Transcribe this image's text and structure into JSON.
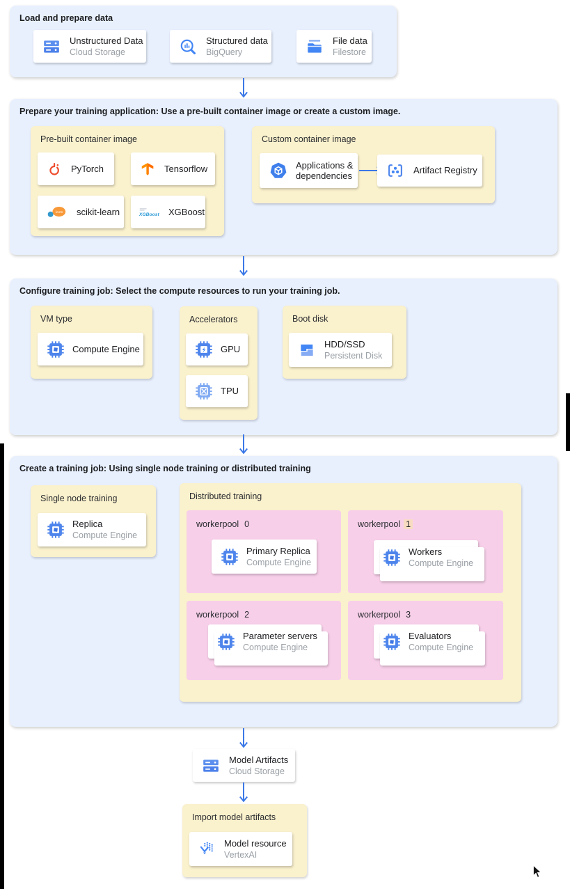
{
  "load": {
    "title": "Load and prepare data",
    "cards": [
      {
        "title": "Unstructured Data",
        "subtitle": "Cloud Storage",
        "icon": "cloud-storage-icon"
      },
      {
        "title": "Structured data",
        "subtitle": "BigQuery",
        "icon": "bigquery-icon"
      },
      {
        "title": "File data",
        "subtitle": "Filestore",
        "icon": "filestore-icon"
      }
    ]
  },
  "prepare": {
    "title": "Prepare your training application: Use a pre-built container image or create a custom image.",
    "prebuilt": {
      "label": "Pre-built container image",
      "cards": [
        {
          "title": "PyTorch",
          "icon": "pytorch-icon"
        },
        {
          "title": "Tensorflow",
          "icon": "tensorflow-icon"
        },
        {
          "title": "scikit-learn",
          "icon": "scikit-learn-icon"
        },
        {
          "title": "XGBoost",
          "icon": "xgboost-icon"
        }
      ]
    },
    "custom": {
      "label": "Custom container image",
      "source_card": {
        "title": "Applications & dependencies",
        "icon": "applications-dependencies-icon"
      },
      "target_card": {
        "title": "Artifact Registry",
        "icon": "artifact-registry-icon"
      }
    }
  },
  "configure": {
    "title": "Configure training job: Select the compute resources to run your training job.",
    "vm_type": {
      "label": "VM type",
      "card": {
        "title": "Compute Engine",
        "icon": "compute-engine-icon"
      }
    },
    "accelerators": {
      "label": "Accelerators",
      "cards": [
        {
          "title": "GPU",
          "icon": "gpu-chip-icon"
        },
        {
          "title": "TPU",
          "icon": "tpu-chip-icon"
        }
      ]
    },
    "boot_disk": {
      "label": "Boot disk",
      "card": {
        "title": "HDD/SSD",
        "subtitle": "Persistent Disk",
        "icon": "persistent-disk-icon"
      }
    }
  },
  "create": {
    "title": "Create a training job: Using single node training or distributed training",
    "single_node": {
      "label": "Single node training",
      "card": {
        "title": "Replica",
        "subtitle": "Compute Engine",
        "icon": "compute-engine-icon"
      }
    },
    "distributed": {
      "label": "Distributed training",
      "workerpools": [
        {
          "name": "workerpool",
          "num": "0",
          "highlighted": false,
          "card": {
            "title": "Primary Replica",
            "subtitle": "Compute Engine",
            "icon": "compute-engine-icon"
          }
        },
        {
          "name": "workerpool",
          "num": "1",
          "highlighted": true,
          "card": {
            "title": "Workers",
            "subtitle": "Compute Engine",
            "icon": "compute-engine-icon"
          }
        },
        {
          "name": "workerpool",
          "num": "2",
          "highlighted": false,
          "card": {
            "title": "Parameter servers",
            "subtitle": "Compute Engine",
            "icon": "compute-engine-icon"
          }
        },
        {
          "name": "workerpool",
          "num": "3",
          "highlighted": false,
          "card": {
            "title": "Evaluators",
            "subtitle": "Compute Engine",
            "icon": "compute-engine-icon"
          }
        }
      ]
    }
  },
  "model_artifacts": {
    "card": {
      "title": "Model Artifacts",
      "subtitle": "Cloud Storage",
      "icon": "cloud-storage-icon"
    }
  },
  "import_model": {
    "label": "Import model artifacts",
    "card": {
      "title": "Model resource",
      "subtitle": "VertexAI",
      "icon": "vertex-ai-icon"
    }
  },
  "colors": {
    "section_blue": "#e8f0fe",
    "panel_yellow": "#faf1cd",
    "pool_pink": "#f7cfe9",
    "arrow_blue": "#3b78e7",
    "highlight_peach": "#f8dcc2"
  }
}
